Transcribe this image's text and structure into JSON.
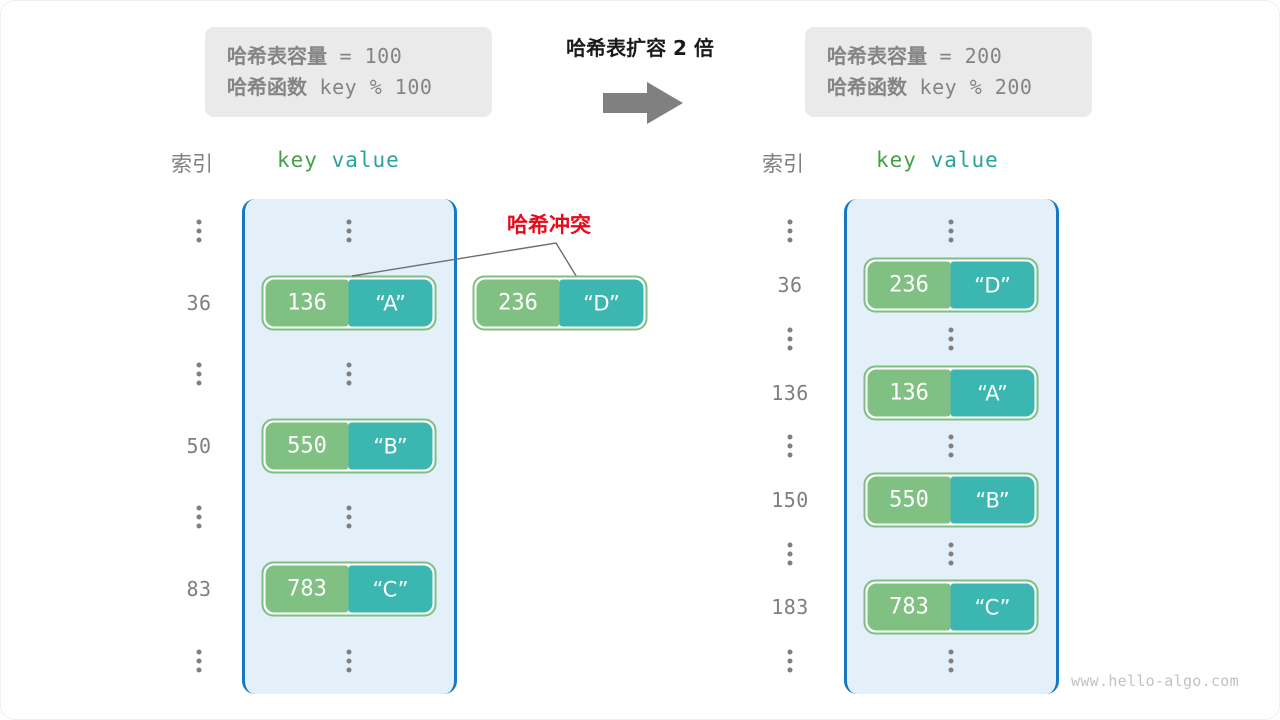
{
  "watermark": "www.hello-algo.com",
  "center": {
    "title": "哈希表扩容 2 倍",
    "arrow_icon": "right-arrow-icon"
  },
  "before": {
    "info": {
      "capacity_label": "哈希表容量",
      "capacity_value": " = 100",
      "function_label": "哈希函数",
      "function_value": " key % 100"
    },
    "headers": {
      "index": "索引",
      "key": "key",
      "value": "value"
    },
    "rows": [
      {
        "type": "dots",
        "index": "⋮"
      },
      {
        "type": "entry",
        "index": "36",
        "key": "136",
        "value": "“A”"
      },
      {
        "type": "dots",
        "index": "⋮"
      },
      {
        "type": "entry",
        "index": "50",
        "key": "550",
        "value": "“B”"
      },
      {
        "type": "dots",
        "index": "⋮"
      },
      {
        "type": "entry",
        "index": "83",
        "key": "783",
        "value": "“C”"
      },
      {
        "type": "dots",
        "index": "⋮"
      }
    ],
    "collision": {
      "label": "哈希冲突",
      "entry": {
        "key": "236",
        "value": "“D”"
      }
    }
  },
  "after": {
    "info": {
      "capacity_label": "哈希表容量",
      "capacity_value": " = 200",
      "function_label": "哈希函数",
      "function_value": " key % 200"
    },
    "headers": {
      "index": "索引",
      "key": "key",
      "value": "value"
    },
    "rows": [
      {
        "type": "dots",
        "index": "⋮"
      },
      {
        "type": "entry",
        "index": "36",
        "key": "236",
        "value": "“D”"
      },
      {
        "type": "dots",
        "index": "⋮"
      },
      {
        "type": "entry",
        "index": "136",
        "key": "136",
        "value": "“A”"
      },
      {
        "type": "dots",
        "index": "⋮"
      },
      {
        "type": "entry",
        "index": "150",
        "key": "550",
        "value": "“B”"
      },
      {
        "type": "dots",
        "index": "⋮"
      },
      {
        "type": "entry",
        "index": "183",
        "key": "783",
        "value": "“C”"
      },
      {
        "type": "dots",
        "index": "⋮"
      }
    ]
  },
  "colors": {
    "bucket_fill": "#e3eff9",
    "bucket_border": "#1678c2",
    "key_fill": "#80c183",
    "value_fill": "#3cb6b0",
    "pair_border": "#7cbf80",
    "info_bg": "#eaeaea",
    "info_text": "#848484",
    "index_text": "#7f7f7f",
    "collision_text": "#e8091a",
    "arrow_fill": "#808080",
    "header_key": "#45a049",
    "header_value": "#2aa39b"
  }
}
